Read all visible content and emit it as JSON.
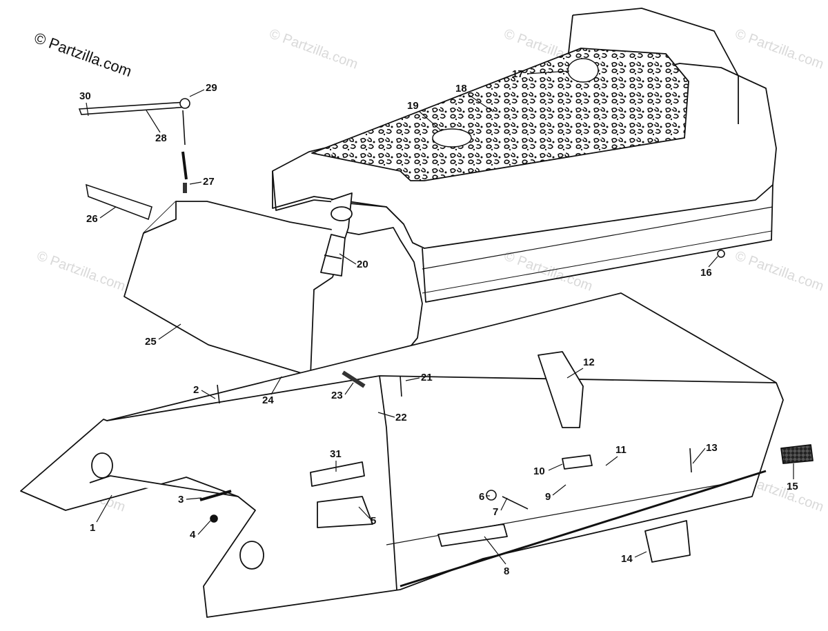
{
  "copyright": "© Partzilla.com",
  "watermark": "© Partzilla.com",
  "colors": {
    "ink": "#111111",
    "watermark": "#d9d9d9",
    "paper": "#ffffff"
  },
  "callouts": [
    "1",
    "2",
    "3",
    "4",
    "5",
    "6",
    "7",
    "8",
    "9",
    "10",
    "11",
    "12",
    "13",
    "14",
    "15",
    "16",
    "17",
    "18",
    "19",
    "20",
    "21",
    "22",
    "23",
    "24",
    "25",
    "26",
    "27",
    "28",
    "29",
    "30",
    "31"
  ]
}
